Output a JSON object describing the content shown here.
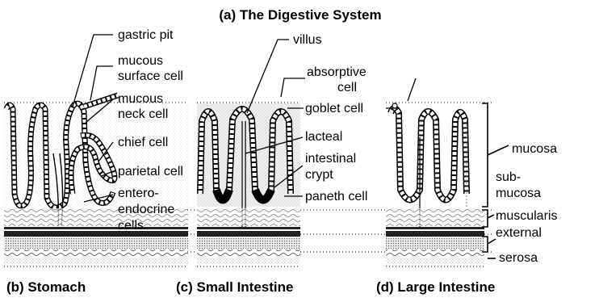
{
  "title": "(a) The Digestive System",
  "panels": {
    "stomach": "(b) Stomach",
    "small_intestine": "(c) Small Intestine",
    "large_intestine": "(d) Large Intestine"
  },
  "labels": {
    "gastric_pit": "gastric pit",
    "mucous_surface_cell_1": "mucous",
    "mucous_surface_cell_2": "surface cell",
    "mucous_neck_cell_1": "mucous",
    "mucous_neck_cell_2": "neck cell",
    "chief_cell": "chief cell",
    "parietal_cell": "parietal cell",
    "enteroendocrine_1": "entero-",
    "enteroendocrine_2": "endocrine",
    "enteroendocrine_3": "cells",
    "villus": "villus",
    "absorptive_cell_1": "absorptive",
    "absorptive_cell_2": "cell",
    "goblet_cell": "goblet cell",
    "lacteal": "lacteal",
    "intestinal_crypt_1": "intestinal",
    "intestinal_crypt_2": "crypt",
    "paneth_cell": "paneth cell",
    "mucosa": "mucosa",
    "submucosa_1": "sub-",
    "submucosa_2": "mucosa",
    "muscularis_1": "muscularis",
    "muscularis_2": "external",
    "serosa": "serosa"
  }
}
